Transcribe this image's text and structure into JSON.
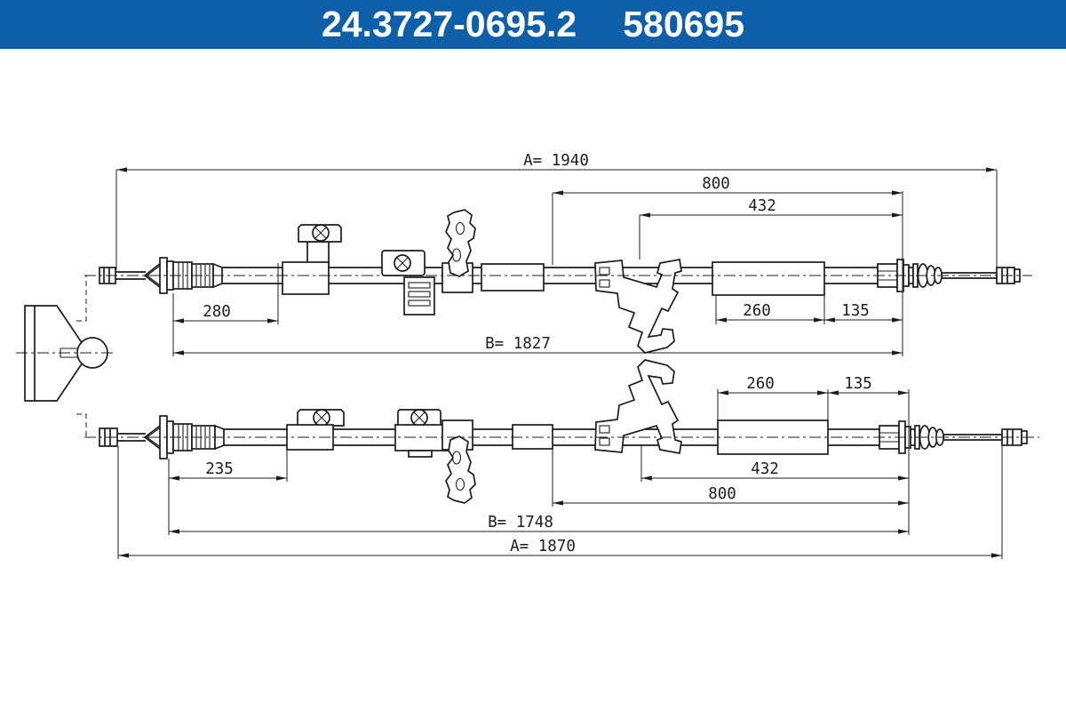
{
  "header": {
    "part_number": "24.3727-0695.2",
    "catalog_number": "580695"
  },
  "colors": {
    "header_bg": "#0e5fa9",
    "header_text": "#ffffff",
    "line": "#1c1c1c",
    "background": "#ffffff"
  },
  "dimensions": {
    "top_cable": {
      "overall_a": "A= 1940",
      "seg_800": "800",
      "seg_432": "432",
      "seg_280": "280",
      "seg_260": "260",
      "seg_135": "135",
      "overall_b": "B= 1827"
    },
    "bottom_cable": {
      "seg_260": "260",
      "seg_135": "135",
      "seg_235": "235",
      "seg_432": "432",
      "seg_800": "800",
      "overall_b": "B= 1748",
      "overall_a": "A= 1870"
    }
  }
}
